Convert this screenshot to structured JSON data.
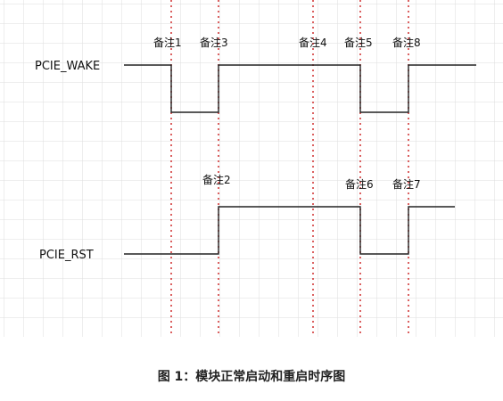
{
  "signals": {
    "wake": "PCIE_WAKE",
    "rst": "PCIE_RST"
  },
  "notes": {
    "n1": "备注1",
    "n2": "备注2",
    "n3": "备注3",
    "n4": "备注4",
    "n5": "备注5",
    "n6": "备注6",
    "n7": "备注7",
    "n8": "备注8"
  },
  "caption": "图 1：模块正常启动和重启时序图",
  "colors": {
    "grid": "#dedede",
    "marker": "#d23a3a",
    "waveform": "#222222"
  }
}
